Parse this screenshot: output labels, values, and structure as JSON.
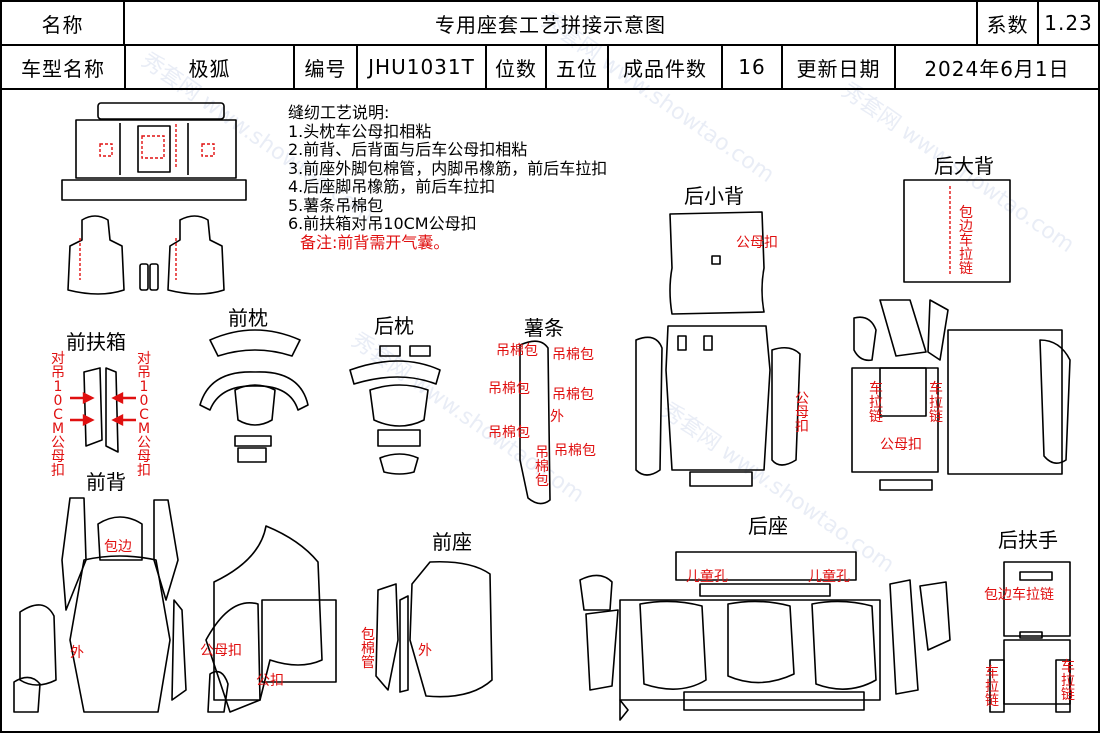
{
  "header": {
    "name_label": "名称",
    "title": "专用座套工艺拼接示意图",
    "coef_label": "系数",
    "coef_value": "1.23",
    "car_label": "车型名称",
    "car_value": "极狐",
    "code_label": "编号",
    "code_value": "JHU1031T",
    "seats_label": "位数",
    "seats_value": "五位",
    "pieces_label": "成品件数",
    "pieces_value": "16",
    "date_label": "更新日期",
    "date_value": "2024年6月1日"
  },
  "notes": {
    "title": "缝纫工艺说明:",
    "lines": [
      "1.头枕车公母扣相粘",
      "2.前背、后背面与后车公母扣相粘",
      "3.前座外脚包棉管，内脚吊橡筋，前后车拉扣",
      "4.后座脚吊橡筋，前后车拉扣",
      "5.薯条吊棉包",
      "6.前扶箱对吊10CM公母扣"
    ],
    "remark": "备注:前背需开气囊。"
  },
  "sections": {
    "front_armrest": "前扶箱",
    "front_pillow": "前枕",
    "rear_pillow": "后枕",
    "fries": "薯条",
    "rear_small_back": "后小背",
    "rear_big_back": "后大背",
    "front_back": "前背",
    "front_seat": "前座",
    "rear_seat": "后座",
    "rear_armrest": "后扶手"
  },
  "annotations": {
    "hang_10cm": "对吊10CM公母扣",
    "male_female": "公母扣",
    "hang_cotton": "吊棉包",
    "outer": "外",
    "edge_zip": "包边车拉链",
    "zip": "车拉链",
    "edge": "包边",
    "buckle": "公扣",
    "cotton_tube": "包棉管",
    "child_hole": "儿童孔"
  },
  "watermark": "秀套网 www.showtao.com"
}
